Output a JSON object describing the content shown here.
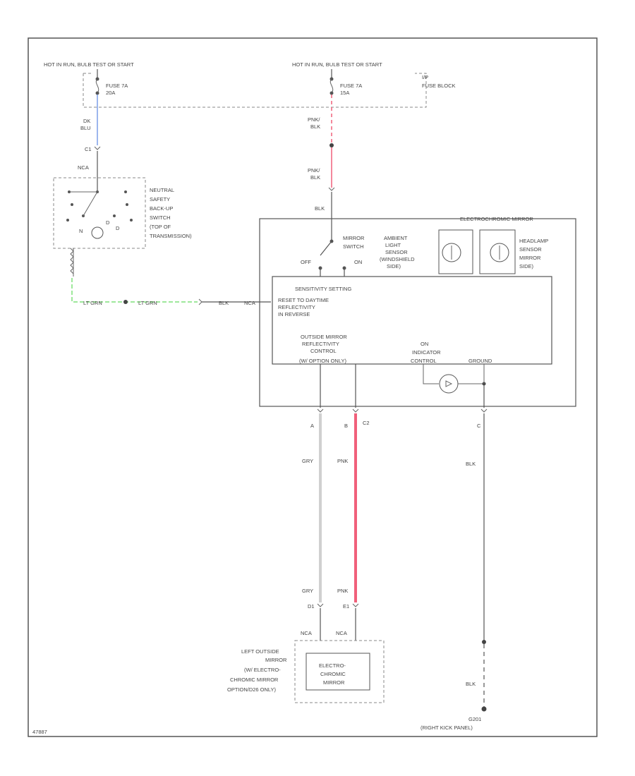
{
  "colors": {
    "blue_wire": "#7a9ee8",
    "pink_wire": "#f0607a",
    "green_wire": "#7ee07a",
    "grey_wire": "#d0d0d0"
  },
  "labels": {
    "hot_left": "HOT IN RUN, BULB TEST OR START",
    "hot_right": "HOT IN RUN, BULB TEST OR START",
    "fuse_left_1": "FUSE 7A",
    "fuse_left_2": "20A",
    "fuse_right_1": "FUSE 7A",
    "fuse_right_2": "15A",
    "ip_1": "I/P",
    "ip_2": "FUSE BLOCK",
    "dk_1": "DK",
    "dk_2": "BLU",
    "pnk_a_1": "PNK/",
    "pnk_a_2": "BLK",
    "pnk_b_1": "PNK/",
    "pnk_b_2": "BLK",
    "conn_c2": "C2",
    "conn_c2_sub": "NCA",
    "blk_top": "BLK",
    "neutral_1": "NEUTRAL",
    "neutral_2": "SAFETY",
    "neutral_3": "BACK-UP",
    "neutral_4": "SWITCH",
    "neutral_5": "(TOP OF",
    "neutral_6": "TRANSMISSION)",
    "ec_mirror_title": "ELECTROCHROMIC MIRROR",
    "mirror_switch_1": "MIRROR",
    "mirror_switch_2": "SWITCH",
    "off": "OFF",
    "on": "ON",
    "ambient_1": "AMBIENT",
    "ambient_2": "LIGHT",
    "ambient_3": "SENSOR",
    "ambient_4": "(WINDSHIELD",
    "ambient_5": "SIDE)",
    "headlamp_1": "HEADLAMP",
    "headlamp_2": "SENSOR",
    "headlamp_3": "MIRROR",
    "headlamp_4": "SIDE)",
    "sensitivity": "SENSITIVITY SETTING",
    "reset_1": "RESET TO DAYTIME",
    "reset_2": "REFLECTIVITY",
    "reset_3": "IN REVERSE",
    "outside_1": "OUTSIDE MIRROR",
    "outside_2": "REFLECTIVITY",
    "outside_3": "CONTROL",
    "outside_4": "(W/ OPTION ONLY)",
    "on_ind_1": "ON",
    "on_ind_2": "INDICATOR",
    "on_ind_3": "CONTROL",
    "ground_lbl": "GROUND",
    "lt_grn_1": "LT GRN",
    "lt_grn_2": "LT GRN",
    "blk_mid": "BLK",
    "pin_a": "A",
    "pin_b": "B",
    "pin_c": "C",
    "gry_1": "GRY",
    "gry_2": "GRY",
    "pnk_1": "PNK",
    "pnk_2": "PNK",
    "blk_right_1": "BLK",
    "blk_right_2": "BLK",
    "nca_1": "NCA",
    "nca_2": "NCA",
    "left_mirror_1": "LEFT OUTSIDE",
    "left_mirror_2": "MIRROR",
    "left_mirror_3": "(W/ ELECTRO-",
    "left_mirror_4": "CHROMIC MIRROR",
    "left_mirror_5": "OPTION/D26 ONLY)",
    "ecm_box_1": "ELECTRO-",
    "ecm_box_2": "CHROMIC",
    "ecm_box_3": "MIRROR",
    "ground_pt": "G201",
    "ground_pt_desc": "(RIGHT KICK PANEL)",
    "figure_id": "47887"
  }
}
